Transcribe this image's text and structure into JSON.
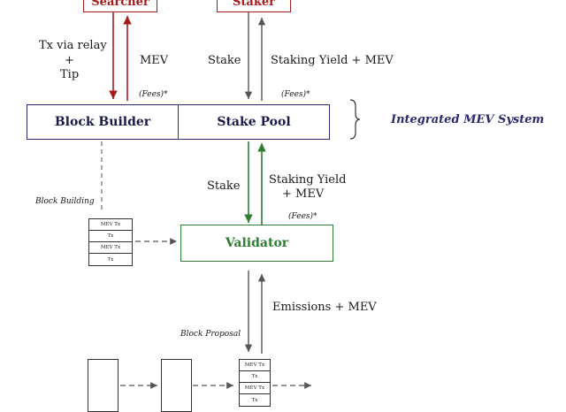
{
  "colors": {
    "searcher": "#a61c1c",
    "builder": "#2a2a6e",
    "validator": "#2e7d32",
    "staker": "#a61c1c",
    "gray_arrow": "#666666"
  },
  "boxes": {
    "searcher": "Searcher",
    "staker": "Staker",
    "block_builder": "Block Builder",
    "stake_pool": "Stake Pool",
    "validator": "Validator"
  },
  "labels": {
    "tx_via_relay": "Tx via relay",
    "plus": "+",
    "tip": "Tip",
    "mev": "MEV",
    "fees_1": "(Fees)*",
    "stake_1": "Stake",
    "staking_yield_mev": "Staking Yield + MEV",
    "fees_2": "(Fees)*",
    "integrated_mev_system": "Integrated MEV System",
    "block_building": "Block Building",
    "stake_2": "Stake",
    "staking_yield_2": "Staking Yield",
    "plus_mev": "+ MEV",
    "fees_3": "(Fees)*",
    "emissions_mev": "Emissions + MEV",
    "block_proposal": "Block Proposal"
  },
  "tx_stack_1": [
    "MEV Tx",
    "Tx",
    "MEV Tx",
    "Tx"
  ],
  "tx_stack_2": [
    "MEV Tx",
    "Tx",
    "MEV Tx",
    "Tx"
  ]
}
